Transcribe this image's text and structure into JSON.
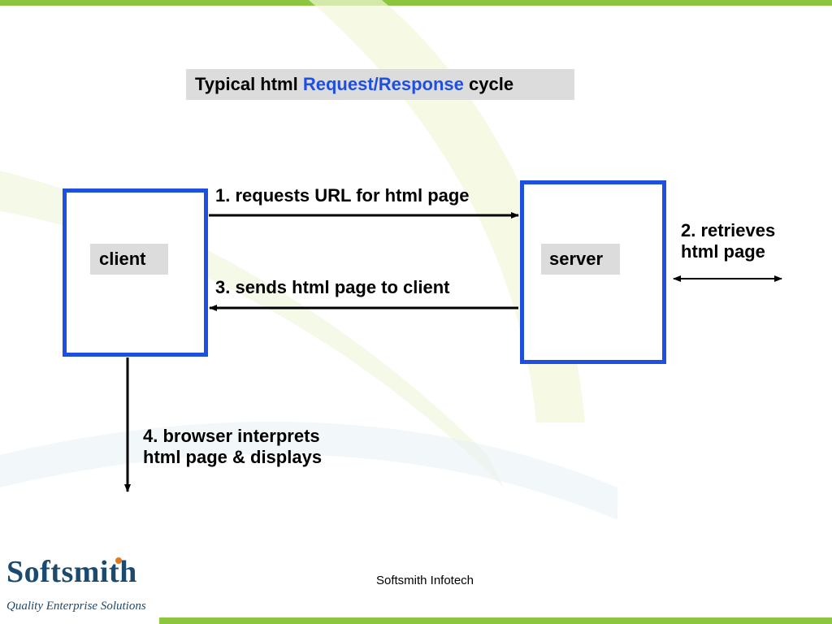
{
  "title": {
    "prefix": "Typical html ",
    "highlight": "Request/Response",
    "suffix": " cycle"
  },
  "nodes": {
    "client": "client",
    "server": "server"
  },
  "steps": {
    "step1": "1. requests URL for html page",
    "step2_line1": "2. retrieves",
    "step2_line2": "html page",
    "step3": "3. sends html page to client",
    "step4_line1": "4. browser interprets",
    "step4_line2": "html page & displays"
  },
  "footer": {
    "company": "Softsmith Infotech",
    "logo_name": "Softsmith",
    "logo_tagline": "Quality Enterprise Solutions"
  },
  "colors": {
    "accent_blue": "#1f4fe0",
    "bar_green": "#8cc63f",
    "label_gray": "#dcdcdc",
    "logo_navy": "#1c4a6e"
  }
}
